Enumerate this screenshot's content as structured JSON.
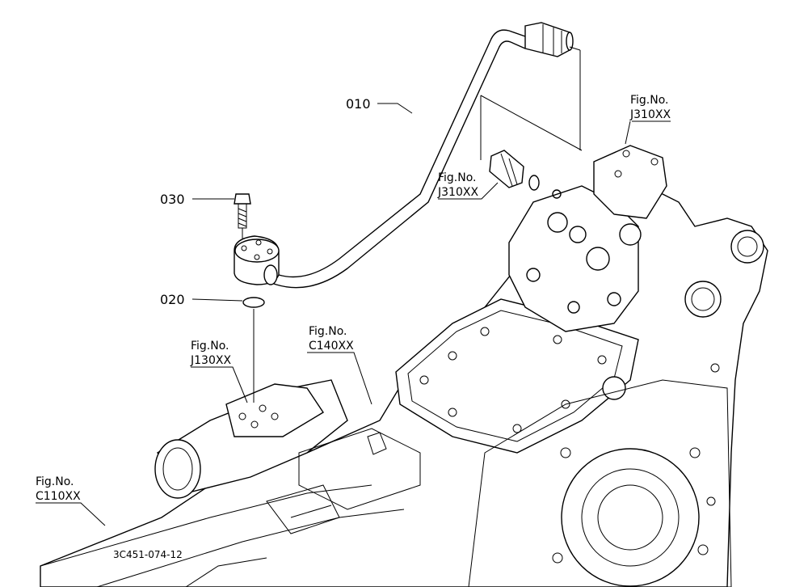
{
  "parts": [
    {
      "id": "010"
    },
    {
      "id": "020"
    },
    {
      "id": "030"
    }
  ],
  "figure_refs": [
    {
      "line1": "Fig.No.",
      "line2": "J310XX"
    },
    {
      "line1": "Fig.No.",
      "line2": "J310XX"
    },
    {
      "line1": "Fig.No.",
      "line2": "J130XX"
    },
    {
      "line1": "Fig.No.",
      "line2": "C140XX"
    },
    {
      "line1": "Fig.No.",
      "line2": "C110XX"
    }
  ],
  "drawing_number": "3C451-074-12"
}
